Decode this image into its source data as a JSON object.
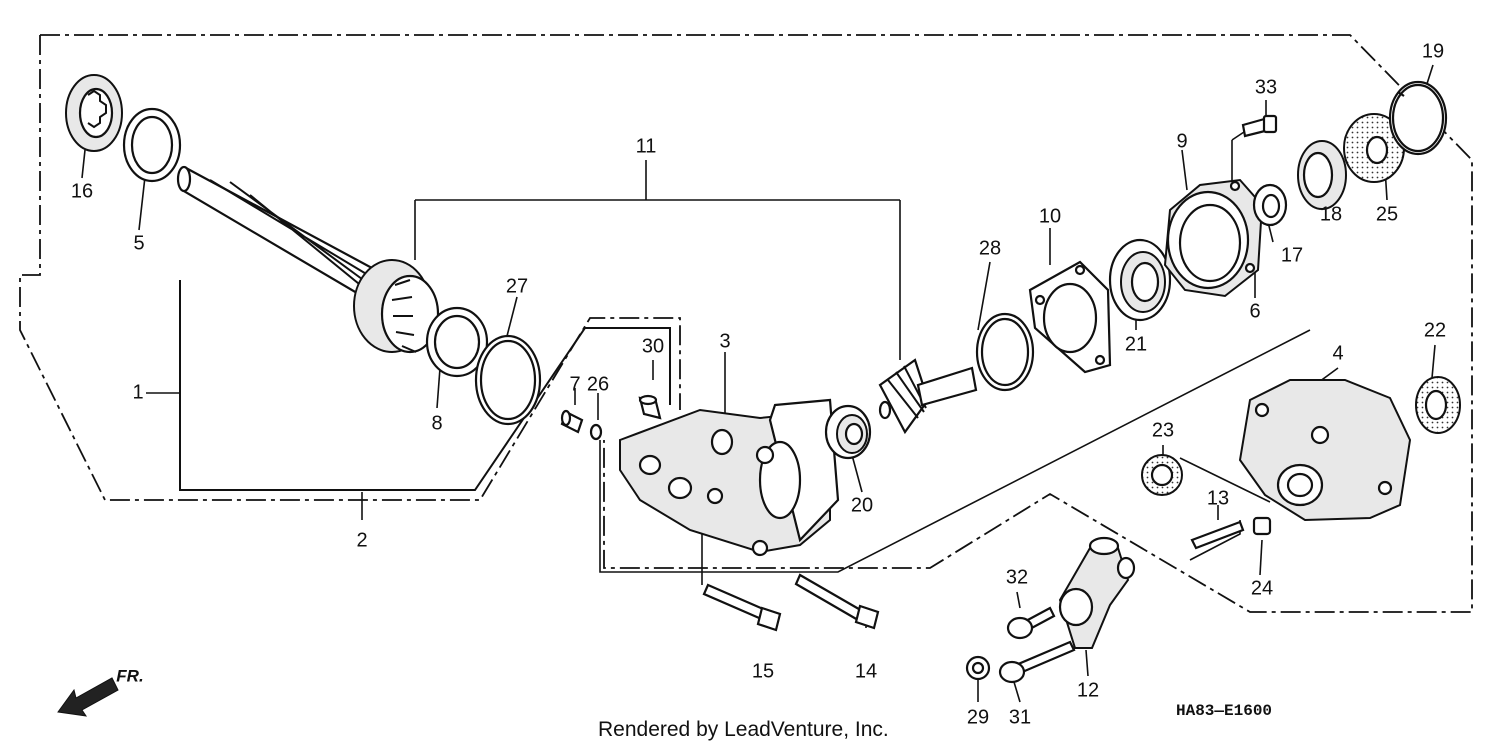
{
  "callouts": [
    "1",
    "2",
    "3",
    "4",
    "5",
    "6",
    "7",
    "8",
    "9",
    "10",
    "11",
    "12",
    "13",
    "14",
    "15",
    "16",
    "17",
    "18",
    "19",
    "20",
    "21",
    "22",
    "23",
    "24",
    "25",
    "26",
    "27",
    "28",
    "29",
    "30",
    "31",
    "32",
    "33"
  ],
  "direction_label": "FR.",
  "credit": "Rendered by LeadVenture, Inc.",
  "diagram_code": "HA83—E1600"
}
